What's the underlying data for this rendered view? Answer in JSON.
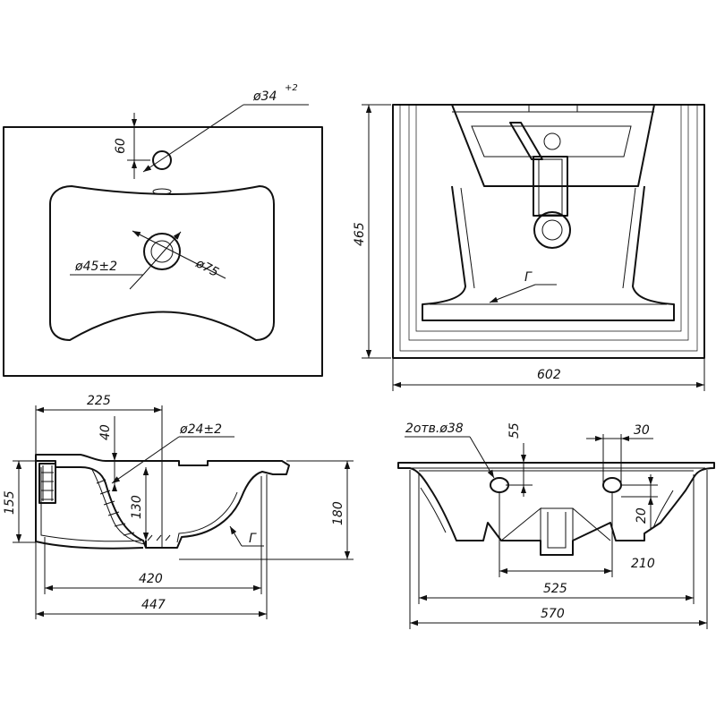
{
  "top_view": {
    "hole_dia": "ø34",
    "hole_tol": "+2",
    "hole_offset": "60",
    "drain_dia": "ø45±2",
    "outer_dia": "ø75"
  },
  "front_view": {
    "height": "465",
    "width": "602",
    "section_mark": "Г"
  },
  "side_section": {
    "offset": "225",
    "depth_small": "40",
    "drain_dia": "ø24±2",
    "rim_height": "155",
    "bowl_depth": "130",
    "total_height": "180",
    "section_mark": "Г",
    "inner_length": "420",
    "total_length": "447"
  },
  "rear_view": {
    "holes": "2отв.ø38",
    "hole_height": "55",
    "hole_spacing": "30",
    "hole_offset": "20",
    "bracket_width": "210",
    "mount_width": "525",
    "total_width": "570"
  }
}
